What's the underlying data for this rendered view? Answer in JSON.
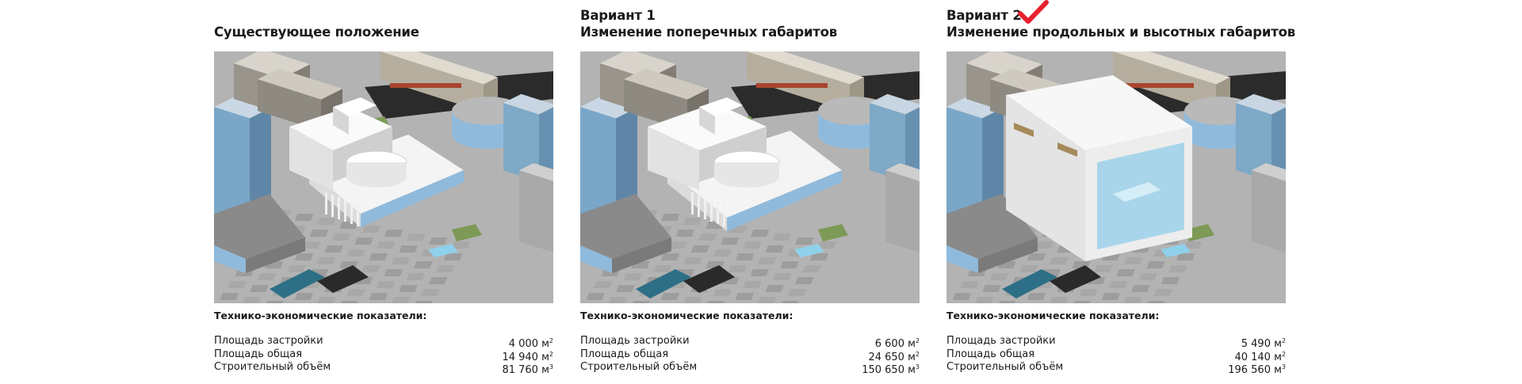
{
  "panels": [
    {
      "title_line1": "Существующее положение",
      "title_line2": "",
      "selected": false,
      "image_description_icon": "city-block-render-existing",
      "tep_header": "Технико-экономические показатели:",
      "metrics": [
        {
          "label": "Площадь застройки",
          "value": "4 000 м",
          "unit_exp": "2"
        },
        {
          "label": "Площадь общая",
          "value": "14 940 м",
          "unit_exp": "2"
        },
        {
          "label": "Строительный объём",
          "value": "81 760 м",
          "unit_exp": "3"
        }
      ]
    },
    {
      "title_line1": "Вариант 1",
      "title_line2": "Изменение поперечных габаритов",
      "selected": false,
      "image_description_icon": "city-block-render-variant-1",
      "tep_header": "Технико-экономические показатели:",
      "metrics": [
        {
          "label": "Площадь застройки",
          "value": "6 600 м",
          "unit_exp": "2"
        },
        {
          "label": "Площадь общая",
          "value": "24 650 м",
          "unit_exp": "2"
        },
        {
          "label": "Строительный объём",
          "value": "150 650 м",
          "unit_exp": "3"
        }
      ]
    },
    {
      "title_line1": "Вариант 2",
      "title_line2": "Изменение продольных и высотных габаритов",
      "selected": true,
      "image_description_icon": "city-block-render-variant-2",
      "tep_header": "Технико-экономические показатели:",
      "metrics": [
        {
          "label": "Площадь застройки",
          "value": "5 490 м",
          "unit_exp": "2"
        },
        {
          "label": "Площадь общая",
          "value": "40 140 м",
          "unit_exp": "2"
        },
        {
          "label": "Строительный объём",
          "value": "196 560 м",
          "unit_exp": "3"
        }
      ]
    }
  ],
  "colors": {
    "check": "#e8202f",
    "text": "#1a1a1a",
    "glass": "#9ecbe8"
  }
}
